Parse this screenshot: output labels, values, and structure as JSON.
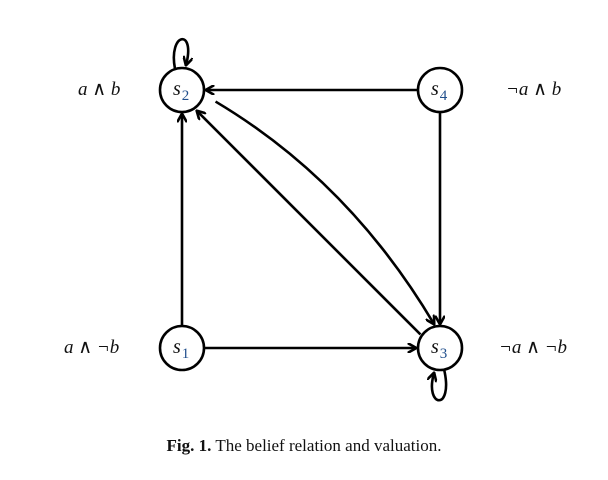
{
  "figure": {
    "caption_label": "Fig. 1.",
    "caption_text": "The belief relation and valuation."
  },
  "nodes": [
    {
      "id": "s1",
      "name": "s",
      "sub": "1",
      "valuation": "a ∧ ¬b"
    },
    {
      "id": "s2",
      "name": "s",
      "sub": "2",
      "valuation": "a ∧ b"
    },
    {
      "id": "s3",
      "name": "s",
      "sub": "3",
      "valuation": "¬a ∧ ¬b"
    },
    {
      "id": "s4",
      "name": "s",
      "sub": "4",
      "valuation": "¬a ∧ b"
    }
  ],
  "edges": [
    {
      "from": "s2",
      "to": "s2",
      "kind": "self-loop"
    },
    {
      "from": "s4",
      "to": "s2",
      "kind": "straight"
    },
    {
      "from": "s1",
      "to": "s2",
      "kind": "straight"
    },
    {
      "from": "s1",
      "to": "s3",
      "kind": "straight"
    },
    {
      "from": "s4",
      "to": "s3",
      "kind": "straight"
    },
    {
      "from": "s2",
      "to": "s3",
      "kind": "curved"
    },
    {
      "from": "s3",
      "to": "s2",
      "kind": "straight"
    },
    {
      "from": "s3",
      "to": "s3",
      "kind": "self-loop"
    }
  ],
  "colors": {
    "stroke": "#000000",
    "subscript": "#1f4e8c"
  }
}
